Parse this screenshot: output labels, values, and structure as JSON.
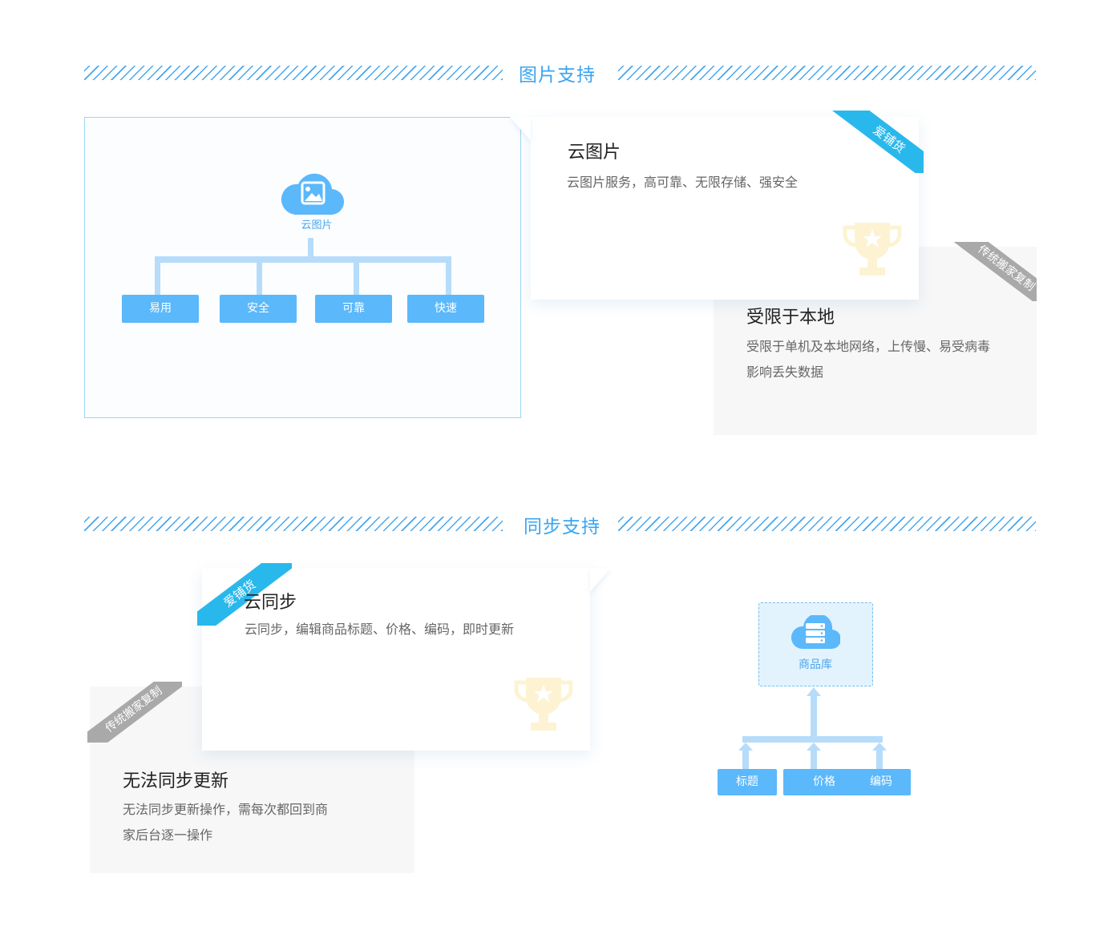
{
  "section1": {
    "title": "图片支持",
    "diagram": {
      "root_label": "云图片",
      "leaves": [
        "易用",
        "安全",
        "可靠",
        "快速"
      ]
    },
    "card_new": {
      "ribbon": "爱铺货",
      "title": "云图片",
      "desc": "云图片服务，高可靠、无限存储、强安全"
    },
    "card_old": {
      "ribbon": "传统搬家复制",
      "title": "受限于本地",
      "desc_line1": "受限于单机及本地网络，上传慢、易受病毒",
      "desc_line2": "影响丢失数据"
    }
  },
  "section2": {
    "title": "同步支持",
    "card_new": {
      "ribbon": "爱铺货",
      "title": "云同步",
      "desc": "云同步，编辑商品标题、价格、编码，即时更新"
    },
    "card_old": {
      "ribbon": "传统搬家复制",
      "title": "无法同步更新",
      "desc_line1": "无法同步更新操作，需每次都回到商",
      "desc_line2": "家后台逐一操作"
    },
    "diagram": {
      "root_label": "商品库",
      "leaves": [
        "标题",
        "价格",
        "编码"
      ]
    }
  },
  "colors": {
    "accent": "#3aa4f0",
    "ribbon_new": "#29b8ec",
    "ribbon_old": "#a9a9a9",
    "tag_fill": "#5bb8fb",
    "connector": "#b6dcfa",
    "trophy": "#fdf3d3"
  },
  "icons": [
    "cloud-image-icon",
    "cloud-server-icon",
    "trophy-icon"
  ]
}
